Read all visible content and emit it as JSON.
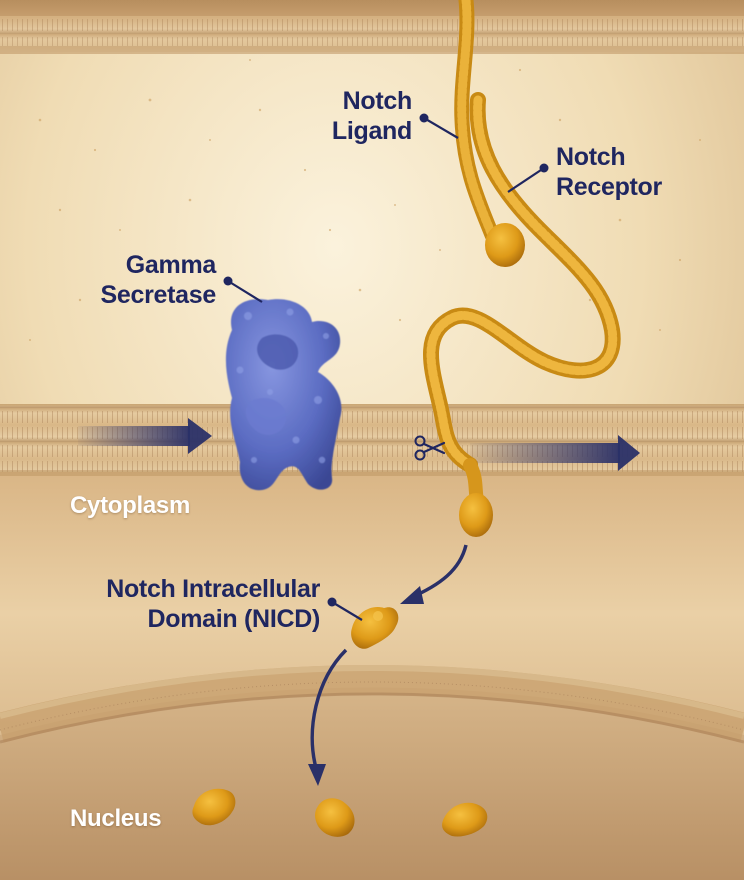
{
  "labels": {
    "notch_ligand": {
      "line1": "Notch",
      "line2": "Ligand"
    },
    "notch_receptor": {
      "line1": "Notch",
      "line2": "Receptor"
    },
    "gamma_secretase": {
      "line1": "Gamma",
      "line2": "Secretase"
    },
    "cytoplasm": "Cytoplasm",
    "nicd": {
      "line1": "Notch Intracellular",
      "line2": "Domain (NICD)"
    },
    "nucleus": "Nucleus"
  },
  "icons": {
    "cleavage": "scissors-icon"
  },
  "colors": {
    "label_text": "#1f2660",
    "protein_orange": "#e0a020",
    "secretase_blue": "#5b6cc2",
    "arrow_navy": "#2a3068",
    "membrane": "#d9b98a",
    "background": "#f5e7c8"
  }
}
